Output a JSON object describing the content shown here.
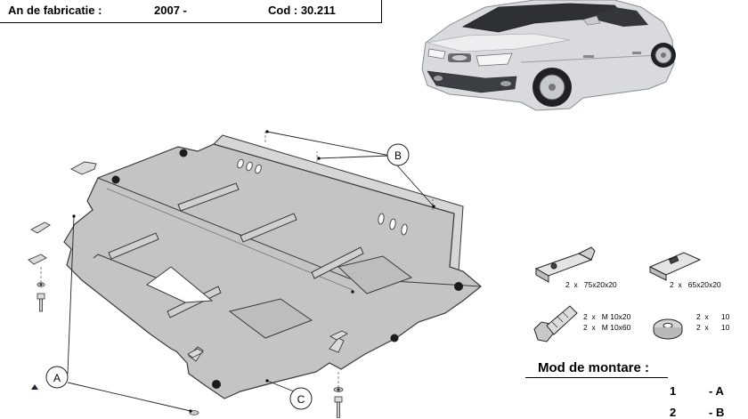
{
  "header": {
    "year_label": "An de fabricatie :",
    "year_value": "2007 -",
    "code": "Cod : 30.211"
  },
  "callouts": {
    "a": "A",
    "b": "B",
    "c": "C"
  },
  "hardware": {
    "bracket_1": "2  x   75x20x20",
    "bracket_2": "2  x   65x20x20",
    "bolts": "2  x   M 10x20\n2  x   M 10x60",
    "washers": "2  x      10\n2  x      10"
  },
  "mounting": {
    "title": "Mod de montare :",
    "steps": [
      {
        "number": "1",
        "label": "- A"
      },
      {
        "number": "2",
        "label": "- B"
      }
    ]
  },
  "colors": {
    "plate_fill": "#c4c4c4",
    "plate_stroke": "#3a3a3a",
    "car_body": "#d8dadd"
  }
}
